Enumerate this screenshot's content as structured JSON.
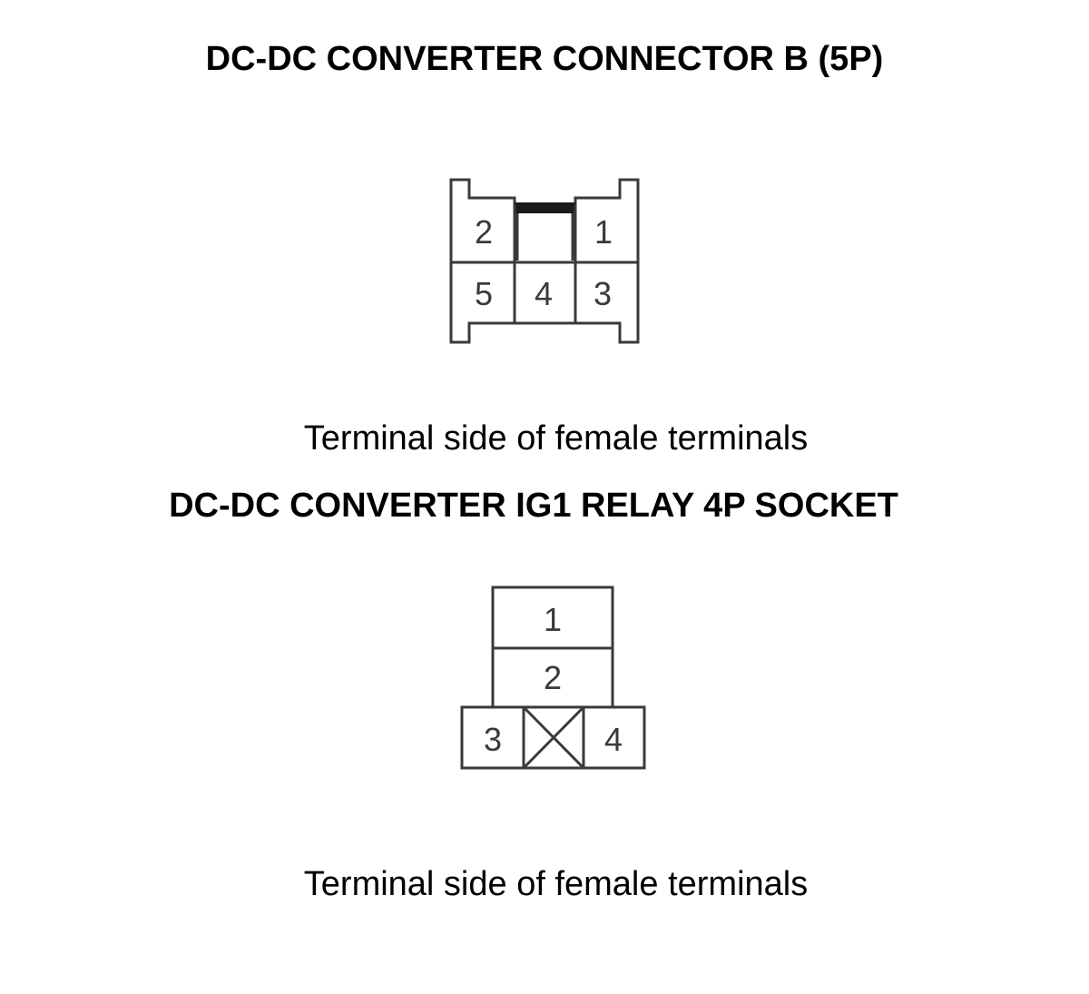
{
  "connector_b": {
    "title": "DC-DC CONVERTER CONNECTOR B (5P)",
    "pins": {
      "p1": "1",
      "p2": "2",
      "p3": "3",
      "p4": "4",
      "p5": "5"
    },
    "caption": "Terminal side of female terminals"
  },
  "relay_socket": {
    "title": "DC-DC CONVERTER IG1 RELAY 4P SOCKET",
    "pins": {
      "p1": "1",
      "p2": "2",
      "p3": "3",
      "p4": "4"
    },
    "caption": "Terminal side of female terminals"
  }
}
